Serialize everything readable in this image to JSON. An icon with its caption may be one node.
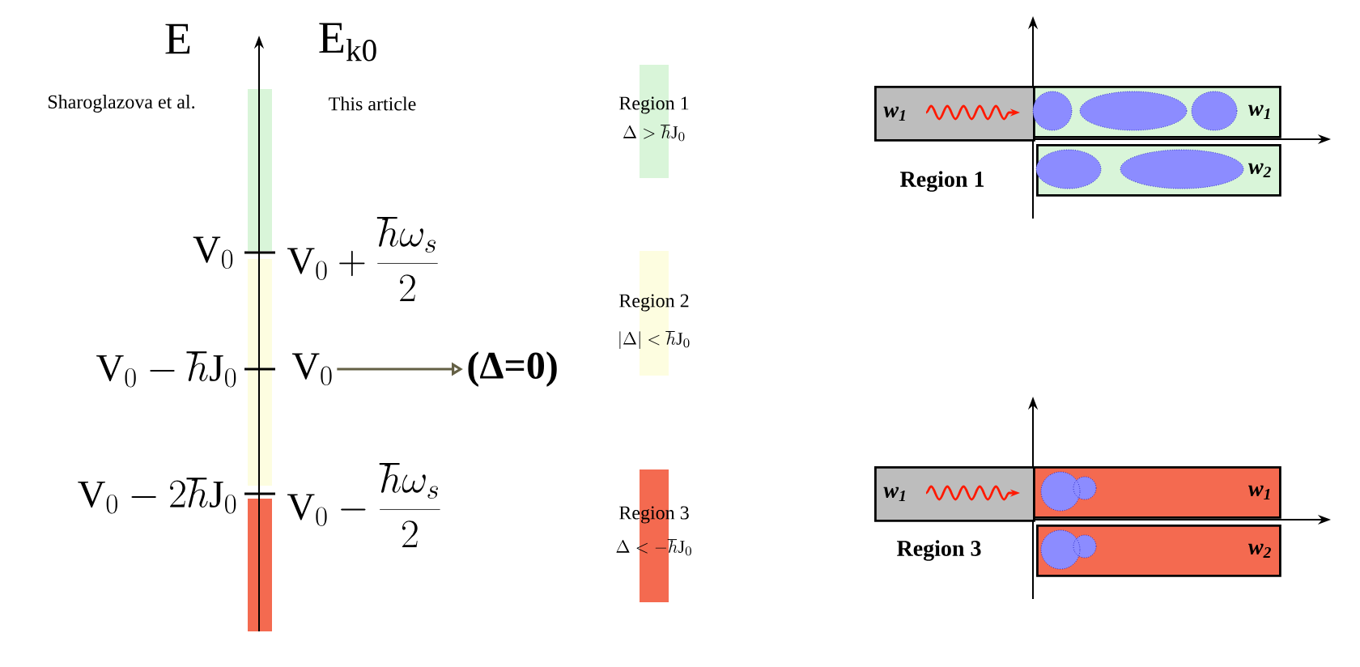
{
  "diagram": {
    "nodes": [
      {
        "text": [
          "\\mathrm{V}_0"
        ]
      },
      {
        "text": [
          "(Δ=0)"
        ]
      },
      {
        "text": [
          "w$_{1}$"
        ]
      },
      {
        "text": [
          "w$_{1}$"
        ]
      },
      {
        "text": [
          "w$_{2}$"
        ]
      },
      {
        "text": [
          "w$_{1}$"
        ]
      },
      {
        "text": [
          "w$_{1}$"
        ]
      },
      {
        "text": [
          "w$_{2}$"
        ]
      }
    ],
    "edges": [
      {
        "from": 0,
        "to": 1,
        "arrow": "to"
      }
    ],
    "labels": [
      "E",
      "E$_{k0}$",
      "Sharoglazova et al.",
      "This article",
      "\\mathrm{V}_0",
      "\\mathrm{V}_0+\\frac{\\hbar\\omega_s}{2}",
      "\\mathrm{V}_0-\\hbar\\mathrm{J}_0",
      "\\mathrm{V}_0-2\\hbar\\mathrm{J}_0",
      "\\mathrm{V}_0-\\frac{\\hbar\\omega_s}{2}",
      "\\Delta>\\hbar\\mathrm{J}_0",
      "|\\Delta|<\\hbar\\mathrm{J}_0",
      "\\Delta<-\\hbar\\mathrm{J}_0",
      "Region 1",
      "Region 3"
    ],
    "legend": [
      {
        "text": "Region 1",
        "color": "#d9f5d9"
      },
      {
        "text": "Region 2",
        "color": "#fdfde0"
      },
      {
        "text": "Region 3",
        "color": "#f46a50"
      }
    ]
  }
}
